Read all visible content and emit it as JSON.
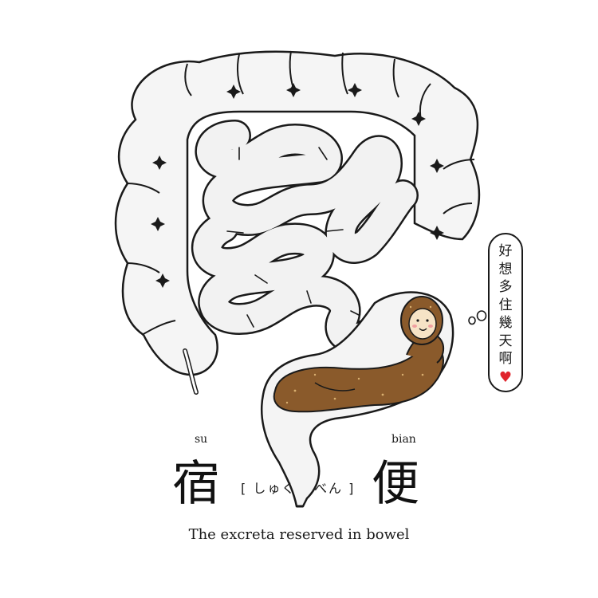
{
  "speech_bubble": {
    "chars": [
      "好",
      "想",
      "多",
      "住",
      "幾",
      "天",
      "啊"
    ],
    "heart": "♥"
  },
  "caption": {
    "pinyin_left": "su",
    "pinyin_right": "bian",
    "kanji_left": "宿",
    "kanji_right": "便",
    "reading_left": "[ しゅく",
    "reading_right": "べん ]",
    "subtitle": "The excreta reserved in bowel"
  },
  "colors": {
    "outline": "#1a1a1a",
    "intestine_fill": "#f4f4f4",
    "poop_fill": "#8a5a2b",
    "heart": "#e0242c"
  },
  "icons": [
    "intestine-illustration",
    "poop-character",
    "heart-icon",
    "sparkle-icon"
  ]
}
